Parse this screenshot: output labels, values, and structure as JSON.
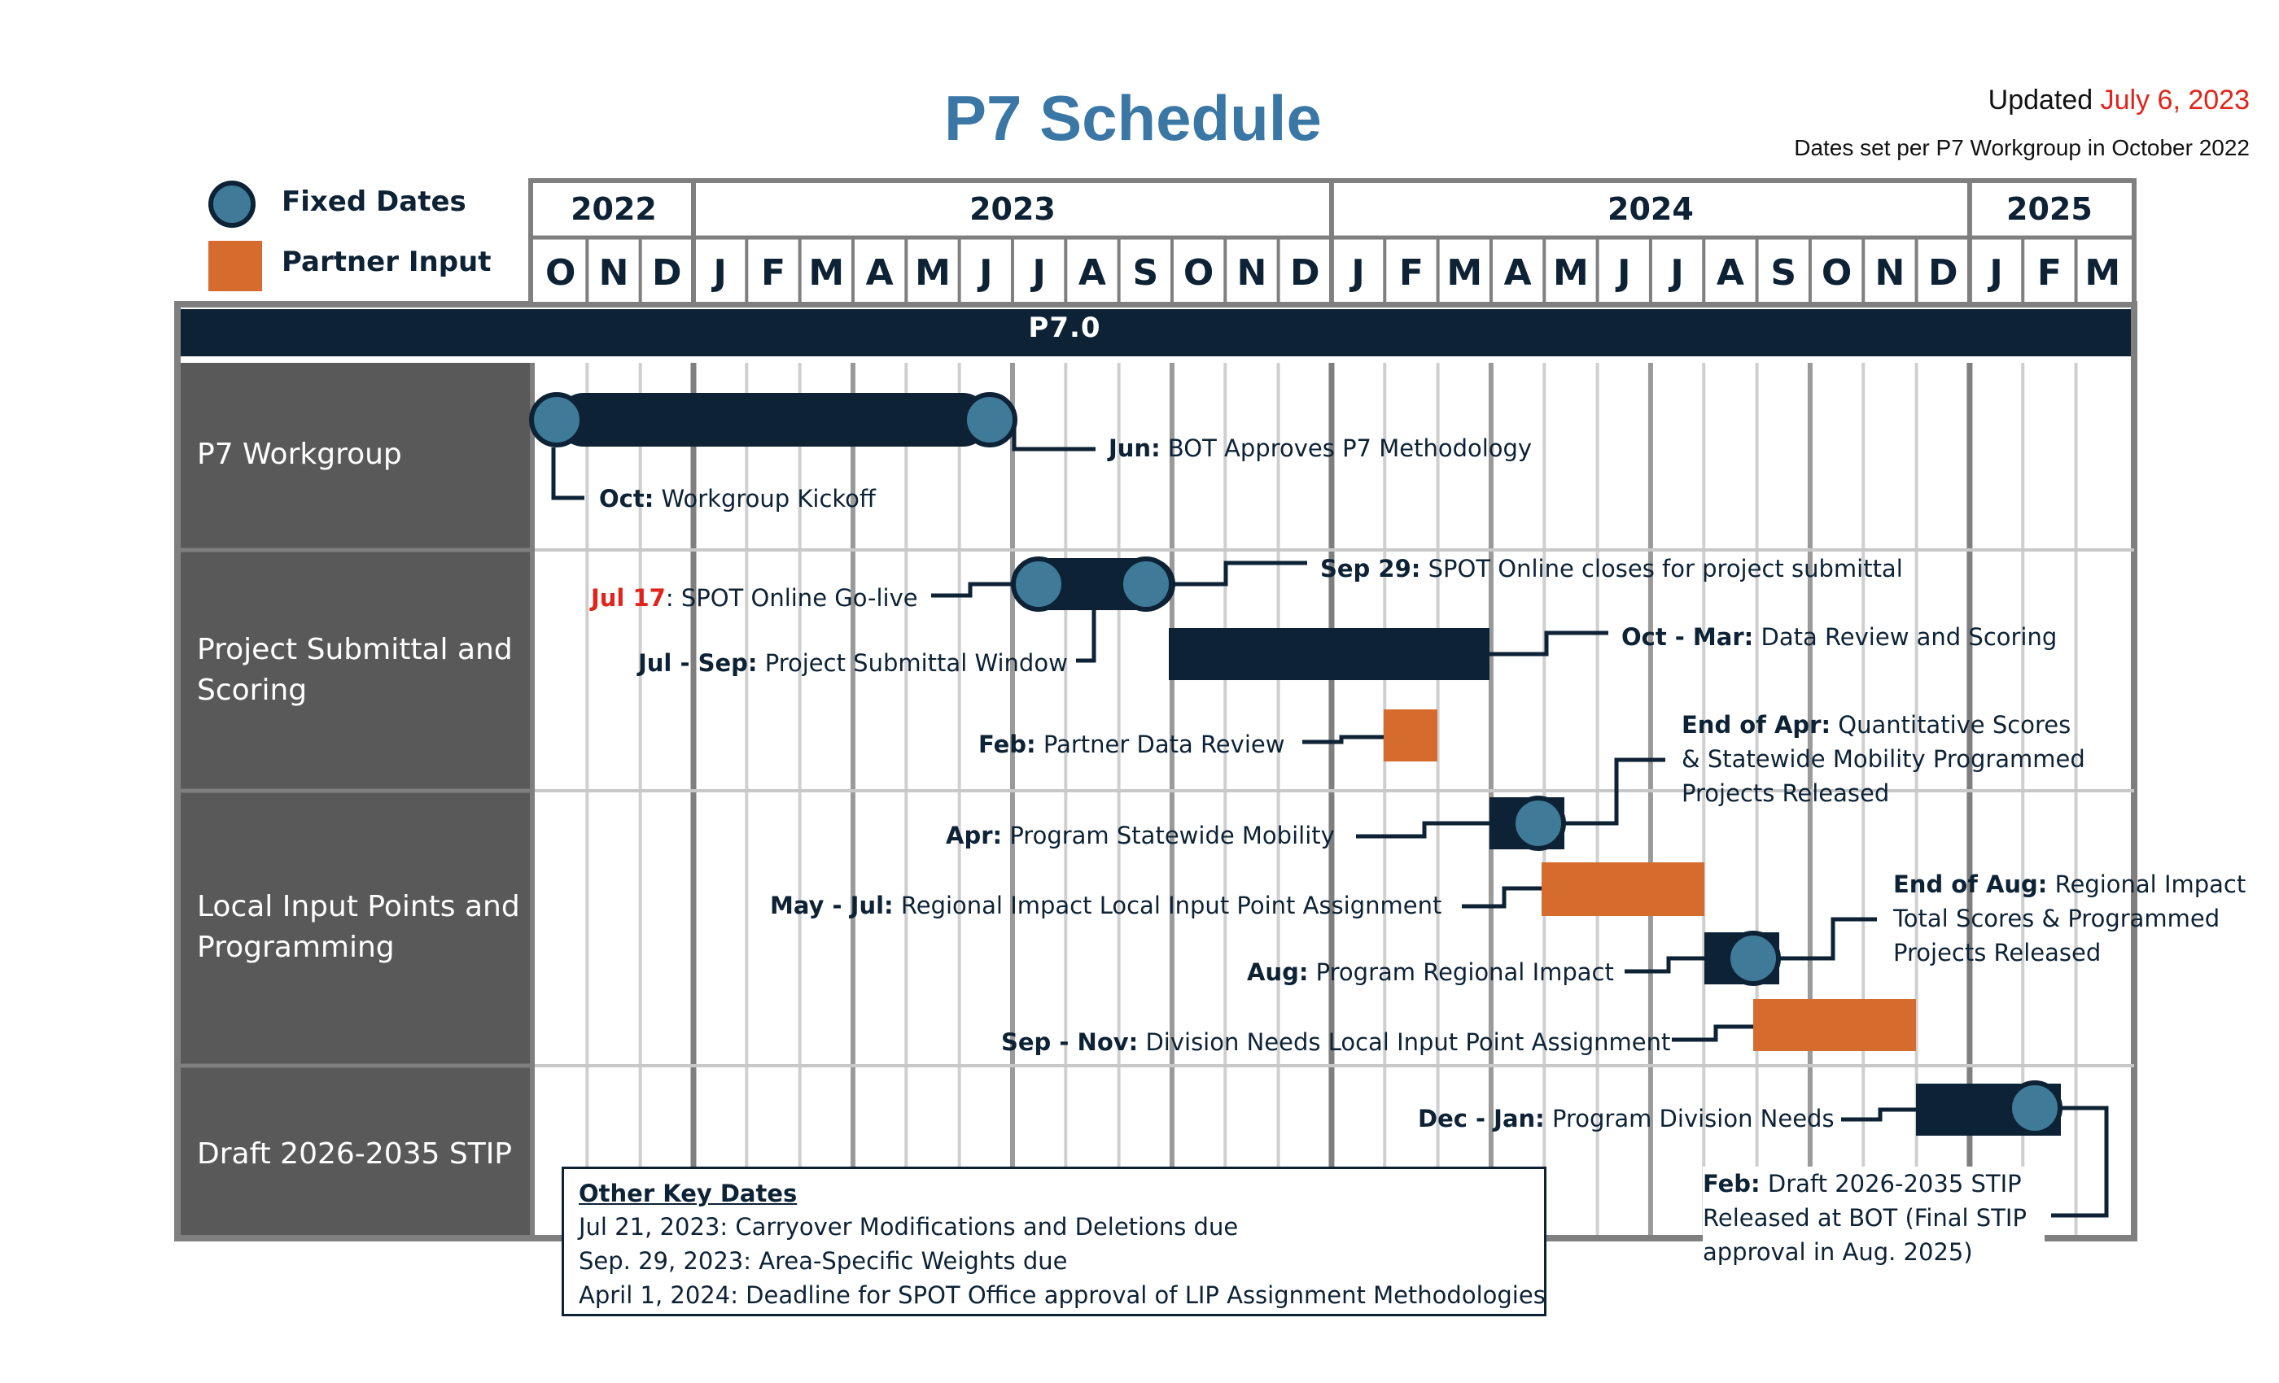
{
  "header": {
    "title": "P7 Schedule",
    "updated_prefix": "Updated",
    "updated_date": "July 6, 2023",
    "dates_note": "Dates set per P7 Workgroup in October 2022"
  },
  "legend": {
    "fixed_label": "Fixed Dates",
    "partner_label": "Partner Input"
  },
  "colors": {
    "navy": "#0d2235",
    "teal": "#3f7a99",
    "orange": "#d56b2c",
    "row_gray": "#595959",
    "frame_gray": "#7f7f7f",
    "title_blue": "#3a77a5",
    "red": "#e0241b"
  },
  "timeline": {
    "years": [
      {
        "label": "2022",
        "span": 3
      },
      {
        "label": "2023",
        "span": 12
      },
      {
        "label": "2024",
        "span": 12
      },
      {
        "label": "2025",
        "span": 3
      }
    ],
    "months": [
      "O",
      "N",
      "D",
      "J",
      "F",
      "M",
      "A",
      "M",
      "J",
      "J",
      "A",
      "S",
      "O",
      "N",
      "D",
      "J",
      "F",
      "M",
      "A",
      "M",
      "J",
      "J",
      "A",
      "S",
      "O",
      "N",
      "D",
      "J",
      "F",
      "M"
    ],
    "band_label": "P7.0"
  },
  "rows": [
    {
      "label": "P7 Workgroup"
    },
    {
      "label": "Project Submittal and Scoring"
    },
    {
      "label": "Local Input Points and Programming"
    },
    {
      "label": "Draft 2026-2035 STIP"
    }
  ],
  "annotations": {
    "a1": {
      "bold": "Jun:",
      "text": " BOT Approves P7 Methodology"
    },
    "a2": {
      "bold": "Oct:",
      "text": " Workgroup Kickoff"
    },
    "a3": {
      "bold": "Sep 29:",
      "text": " SPOT Online closes for project submittal"
    },
    "a4": {
      "bold": "Jul 17",
      "text": ": SPOT Online Go-live"
    },
    "a5": {
      "bold": "Jul - Sep:",
      "text": " Project Submittal Window"
    },
    "a6": {
      "bold": "Oct - Mar:",
      "text": " Data Review and Scoring"
    },
    "a7": {
      "bold": "Feb:",
      "text": " Partner Data Review"
    },
    "a8": {
      "bold": "End of Apr:",
      "text": " Quantitative Scores & Statewide Mobility Programmed Projects Released"
    },
    "a9": {
      "bold": "Apr:",
      "text": " Program Statewide Mobility"
    },
    "a10": {
      "bold": "May - Jul:",
      "text": " Regional Impact Local Input Point Assignment"
    },
    "a11": {
      "bold": "End of Aug:",
      "text": " Regional Impact Total Scores & Programmed Projects Released"
    },
    "a12": {
      "bold": "Aug:",
      "text": " Program Regional Impact"
    },
    "a13": {
      "bold": "Sep - Nov:",
      "text": " Division Needs Local Input Point Assignment"
    },
    "a14": {
      "bold": "Dec - Jan:",
      "text": " Program Division Needs"
    },
    "a15": {
      "bold": "Feb:",
      "text": " Draft 2026-2035 STIP Released at BOT (Final STIP approval in Aug. 2025)"
    }
  },
  "key_dates": {
    "title": "Other Key Dates",
    "lines": [
      "Jul 21, 2023:  Carryover Modifications and Deletions due",
      "Sep. 29, 2023:  Area-Specific Weights due",
      "April 1, 2024:  Deadline for SPOT Office approval of LIP Assignment Methodologies"
    ]
  },
  "bars": [
    {
      "kind": "fixed",
      "start": "Oct 2022",
      "end": "Jun 2023"
    },
    {
      "kind": "fixed",
      "start": "Jul 2023",
      "end": "Sep 2023"
    },
    {
      "kind": "fixed",
      "start": "Oct 2023",
      "end": "Mar 2024"
    },
    {
      "kind": "partner",
      "start": "Feb 2024",
      "end": "Feb 2024"
    },
    {
      "kind": "fixed",
      "start": "Apr 2024",
      "end": "Apr 2024"
    },
    {
      "kind": "partner",
      "start": "May 2024",
      "end": "Jul 2024"
    },
    {
      "kind": "fixed",
      "start": "Aug 2024",
      "end": "Aug 2024"
    },
    {
      "kind": "partner",
      "start": "Sep 2024",
      "end": "Nov 2024"
    },
    {
      "kind": "fixed",
      "start": "Dec 2024",
      "end": "Feb 2025"
    }
  ]
}
